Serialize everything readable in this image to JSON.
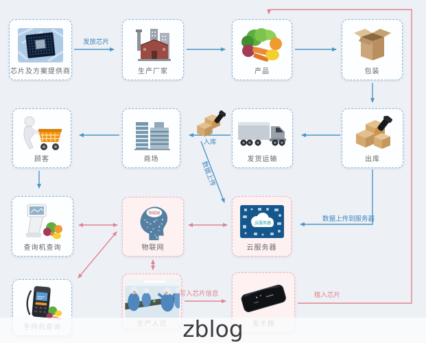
{
  "page": {
    "watermark": "zblog"
  },
  "nodes": [
    {
      "id": "chip_provider",
      "label": "芯片及方案提供商",
      "icon": "cpu-chip-icon"
    },
    {
      "id": "manufacturer",
      "label": "生产厂家",
      "icon": "factory-icon"
    },
    {
      "id": "product",
      "label": "产品",
      "icon": "vegetables-icon"
    },
    {
      "id": "packaging",
      "label": "包装",
      "icon": "carton-box-icon"
    },
    {
      "id": "customer",
      "label": "顾客",
      "icon": "shopper-cart-icon"
    },
    {
      "id": "mall",
      "label": "商场",
      "icon": "mall-building-icon"
    },
    {
      "id": "shipping",
      "label": "发货运输",
      "icon": "truck-icon"
    },
    {
      "id": "outbound",
      "label": "出库",
      "icon": "boxes-scanner-icon"
    },
    {
      "id": "kiosk_query",
      "label": "查询机查询",
      "icon": "kiosk-icon"
    },
    {
      "id": "iot",
      "label": "物联网",
      "icon": "iot-head-icon"
    },
    {
      "id": "cloud_server",
      "label": "云服务器",
      "icon": "cloud-server-icon"
    },
    {
      "id": "handheld_query",
      "label": "手持机查询",
      "icon": "handheld-scanner-icon"
    },
    {
      "id": "production_staff",
      "label": "生产人员",
      "icon": "workers-photo-icon"
    },
    {
      "id": "card_writer",
      "label": "发卡器",
      "icon": "card-writer-icon"
    }
  ],
  "edge_labels": {
    "dispatch_chip": "发放芯片",
    "inbound": "入库",
    "data_upload": "数据上传",
    "upload_to_server": "数据上传到服务器",
    "write_chip_info": "写入芯片信息",
    "implant_chip": "植入芯片"
  },
  "icon_texts": {
    "iot_badge": "物联网",
    "cloud_label": "云服务器"
  },
  "colors": {
    "background": "#edf0f5",
    "blue_line": "#4d94c7",
    "pink_line": "#e2838d",
    "blue_box_border": "#8ab6d6",
    "pink_box_border": "#efb4bc",
    "pink_box_bg": "#fdf1f2",
    "white_box_bg": "#fdfeff",
    "node_label": "#666666",
    "watermark_text": "#3c3c3c"
  }
}
